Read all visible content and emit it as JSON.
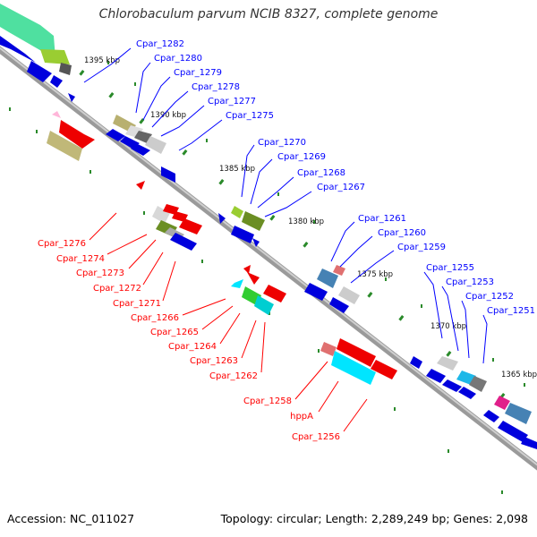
{
  "title": "Chlorobaculum parvum NCIB 8327, complete genome",
  "footer": {
    "accession": "Accession: NC_011027",
    "summary": "Topology: circular; Length: 2,289,249 bp; Genes: 2,098"
  },
  "colors": {
    "top_label": "#0000ff",
    "bottom_label": "#ff0000",
    "backbone": "#8c8c8c",
    "tick": "#2a8a2a"
  },
  "ticks": [
    "1395 kbp",
    "1390 kbp",
    "1385 kbp",
    "1380 kbp",
    "1375 kbp",
    "1370 kbp",
    "1365 kbp"
  ],
  "top_labels": [
    "Cpar_1282",
    "Cpar_1280",
    "Cpar_1279",
    "Cpar_1278",
    "Cpar_1277",
    "Cpar_1275",
    "Cpar_1270",
    "Cpar_1269",
    "Cpar_1268",
    "Cpar_1267",
    "Cpar_1261",
    "Cpar_1260",
    "Cpar_1259",
    "Cpar_1255",
    "Cpar_1253",
    "Cpar_1252",
    "Cpar_1251"
  ],
  "bottom_labels": [
    "Cpar_1276",
    "Cpar_1274",
    "Cpar_1273",
    "Cpar_1272",
    "Cpar_1271",
    "Cpar_1266",
    "Cpar_1265",
    "Cpar_1264",
    "Cpar_1263",
    "Cpar_1262",
    "Cpar_1258",
    "hppA",
    "Cpar_1256"
  ]
}
